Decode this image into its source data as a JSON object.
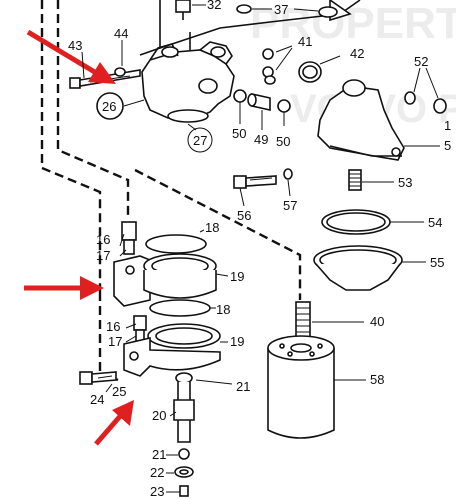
{
  "diagram": {
    "watermark": {
      "top_text": "PROPERTY",
      "side_text": "VOLVO PE",
      "color": "#ececec"
    },
    "arrow_color": "#e02020",
    "callouts": [
      {
        "id": "c32",
        "text": "32"
      },
      {
        "id": "c37",
        "text": "37"
      },
      {
        "id": "c44",
        "text": "44"
      },
      {
        "id": "c43",
        "text": "43"
      },
      {
        "id": "c41",
        "text": "41"
      },
      {
        "id": "c42",
        "text": "42"
      },
      {
        "id": "c52",
        "text": "52"
      },
      {
        "id": "c26",
        "text": "26"
      },
      {
        "id": "c27",
        "text": "27"
      },
      {
        "id": "c50a",
        "text": "50"
      },
      {
        "id": "c49",
        "text": "49"
      },
      {
        "id": "c50b",
        "text": "50"
      },
      {
        "id": "c5",
        "text": "5"
      },
      {
        "id": "c1",
        "text": "1"
      },
      {
        "id": "c53",
        "text": "53"
      },
      {
        "id": "c56",
        "text": "56"
      },
      {
        "id": "c57",
        "text": "57"
      },
      {
        "id": "c54",
        "text": "54"
      },
      {
        "id": "c55",
        "text": "55"
      },
      {
        "id": "c18a",
        "text": "18"
      },
      {
        "id": "c16a",
        "text": "16"
      },
      {
        "id": "c17a",
        "text": "17"
      },
      {
        "id": "c19a",
        "text": "19"
      },
      {
        "id": "c18b",
        "text": "18"
      },
      {
        "id": "c16b",
        "text": "16"
      },
      {
        "id": "c17b",
        "text": "17"
      },
      {
        "id": "c19b",
        "text": "19"
      },
      {
        "id": "c40",
        "text": "40"
      },
      {
        "id": "c58",
        "text": "58"
      },
      {
        "id": "c21a",
        "text": "21"
      },
      {
        "id": "c24",
        "text": "24"
      },
      {
        "id": "c25",
        "text": "25"
      },
      {
        "id": "c20",
        "text": "20"
      },
      {
        "id": "c21b",
        "text": "21"
      },
      {
        "id": "c22",
        "text": "22"
      },
      {
        "id": "c23",
        "text": "23"
      }
    ]
  }
}
